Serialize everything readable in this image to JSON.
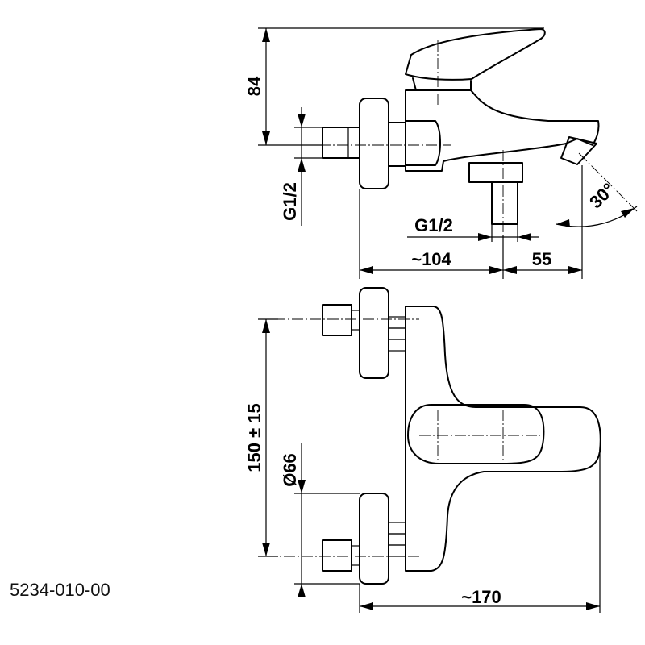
{
  "drawing": {
    "article_number": "5234-010-00",
    "dimensions": {
      "height_top": "84",
      "thread_left": "G1/2",
      "thread_outlet": "G1/2",
      "depth_body": "~104",
      "spout_offset": "55",
      "spout_angle": "30°",
      "connection_spacing": "150 ± 15",
      "rosette_diameter": "Ø66",
      "overall_width": "~170"
    }
  }
}
